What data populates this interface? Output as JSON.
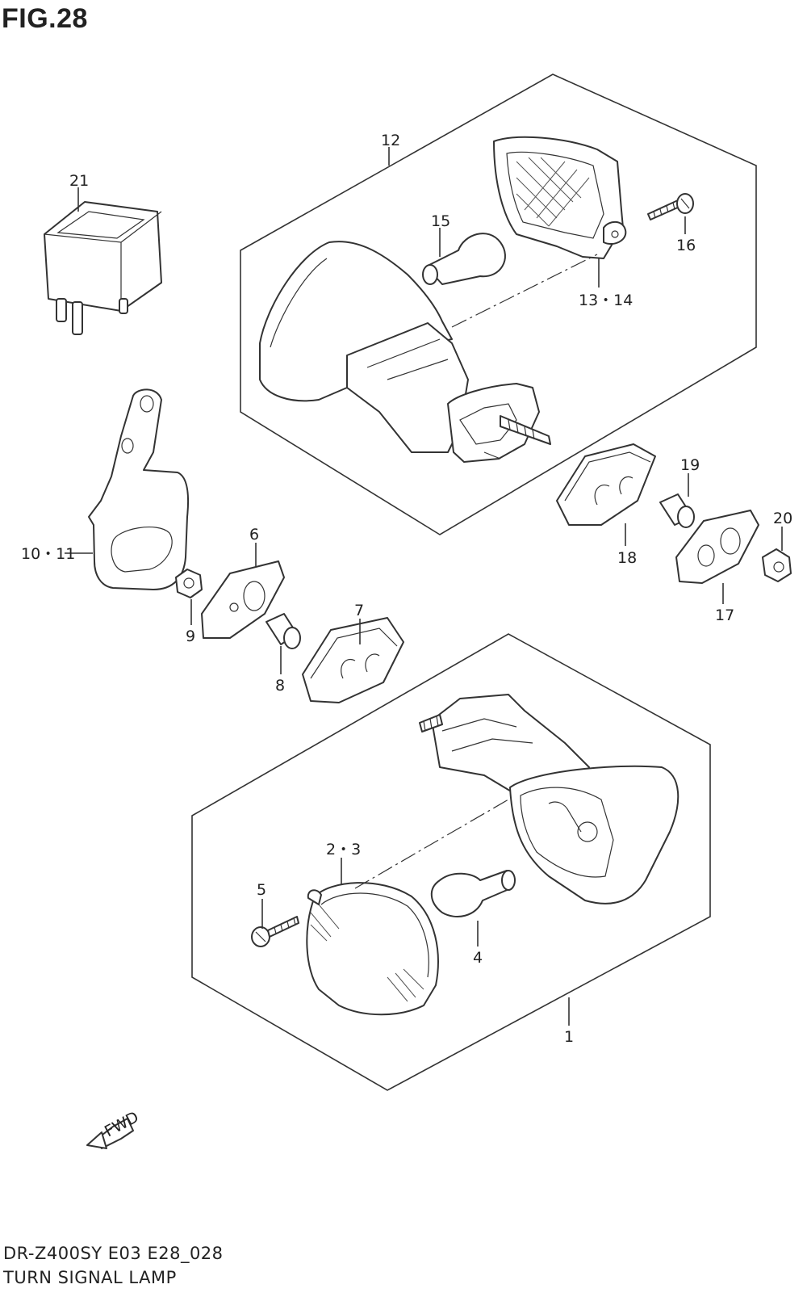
{
  "figure": {
    "title": "FIG.28"
  },
  "footer": {
    "model_code": "DR-Z400SY  E03  E28_028",
    "caption": "TURN SIGNAL LAMP"
  },
  "fwd_arrow": {
    "label": "FWD",
    "icon": "fwd-arrow-icon"
  },
  "callouts": {
    "p1": "1",
    "p2_3": "2・3",
    "p4": "4",
    "p5": "5",
    "p6": "6",
    "p7": "7",
    "p8": "8",
    "p9": "9",
    "p10_11": "10・11",
    "p12": "12",
    "p13_14": "13・14",
    "p15": "15",
    "p16": "16",
    "p17": "17",
    "p18": "18",
    "p19": "19",
    "p20": "20",
    "p21": "21"
  }
}
